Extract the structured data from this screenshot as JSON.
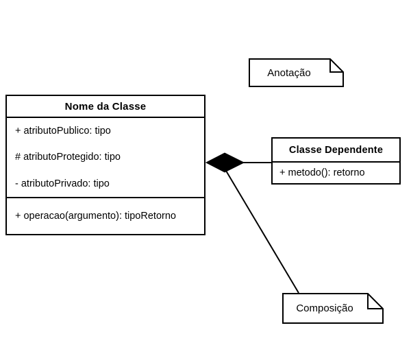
{
  "diagram": {
    "type": "uml-class-diagram",
    "language": "pt-BR",
    "background_color": "#ffffff",
    "stroke_color": "#000000",
    "text_color": "#000000"
  },
  "main_class": {
    "name": "Nome da Classe",
    "attributes": [
      "+ atributoPublico: tipo",
      "# atributoProtegido: tipo",
      "- atributoPrivado: tipo"
    ],
    "operations": [
      "+ operacao(argumento): tipoRetorno"
    ]
  },
  "dependent_class": {
    "name": "Classe Dependente",
    "operations": [
      "+ metodo(): retorno"
    ]
  },
  "notes": [
    {
      "label": "Anotação"
    },
    {
      "label": "Composição"
    }
  ],
  "relationship": {
    "kind": "composition",
    "marker": "filled-diamond",
    "marker_color": "#000000",
    "source": "Nome da Classe",
    "target": "Classe Dependente"
  }
}
